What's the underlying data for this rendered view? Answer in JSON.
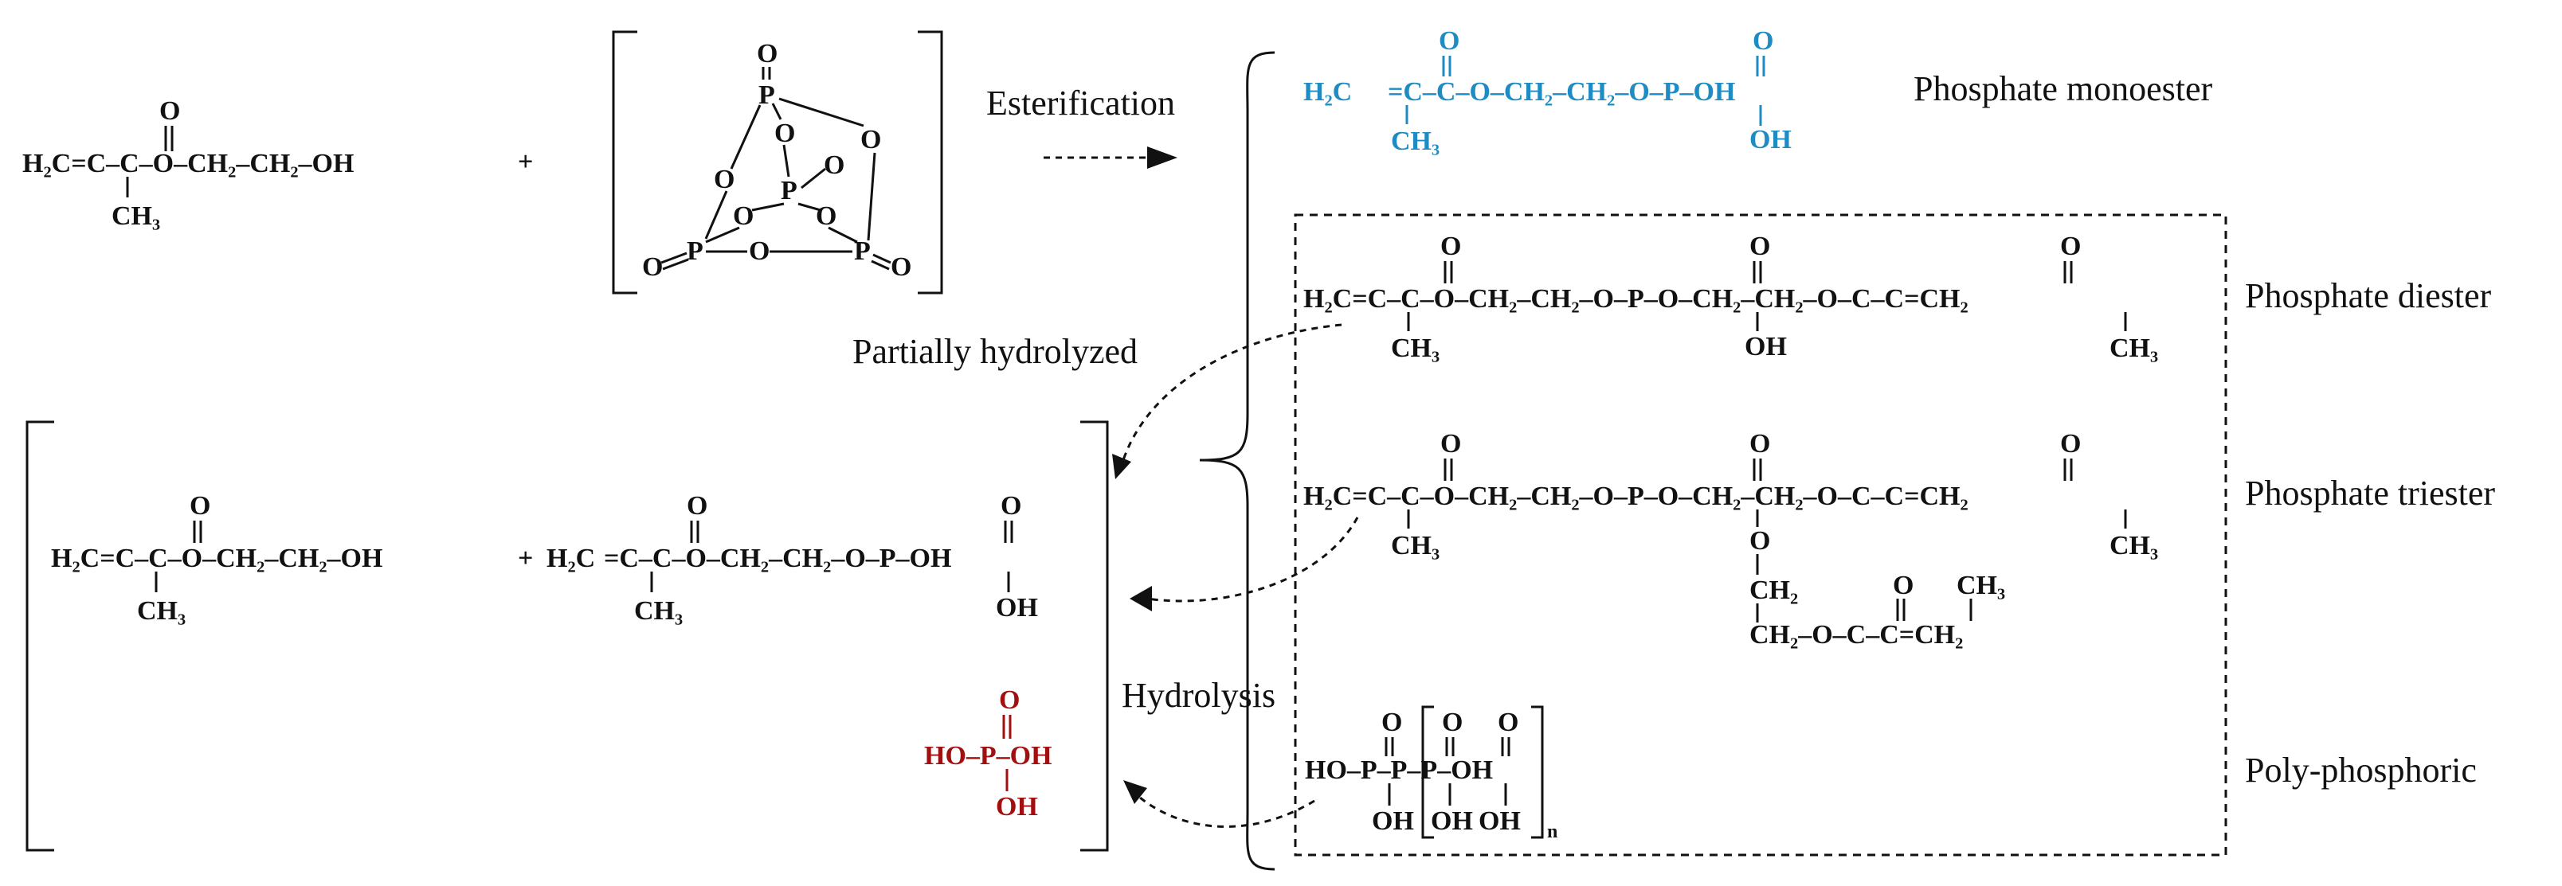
{
  "labels": {
    "esterification": "Esterification",
    "partially_hydrolyzed": "Partially hydrolyzed",
    "hydrolysis": "Hydrolysis",
    "monoester": "Phosphate monoester",
    "diester": "Phosphate diester",
    "triester": "Phosphate triester",
    "polyphosphoric": "Poly-phosphoric"
  },
  "reactant": {
    "hema_main": "H₂C=C–C–O–CH₂–CH₂–OH",
    "plus": "+"
  },
  "atoms": {
    "O": "O",
    "P": "P",
    "OH": "OH",
    "HO": "HO",
    "H2C": "H₂C",
    "CH3": "CH₃",
    "CH2": "CH₂",
    "n": "n"
  },
  "colors": {
    "monoester": "#1e8bc3",
    "phosphoric": "#a01010",
    "default": "#111111"
  }
}
